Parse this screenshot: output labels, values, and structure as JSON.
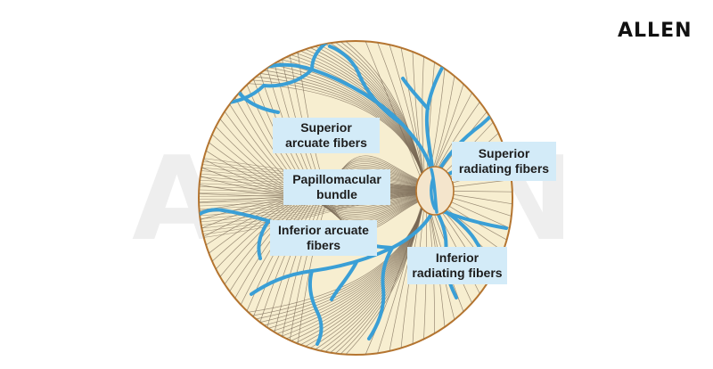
{
  "brand": {
    "logo_text": "ALLEN",
    "watermark_text": "ALLEN"
  },
  "labels": {
    "superior_arcuate": "Superior\narcuate fibers",
    "papillomacular": "Papillomacular\nbundle",
    "inferior_arcuate": "Inferior arcuate\nfibers",
    "superior_radiating": "Superior\nradiating fibers",
    "inferior_radiating": "Inferior\nradiating fibers"
  },
  "colors": {
    "retina_fill": "#f7eed0",
    "retina_border": "#b57530",
    "fiber_lines": "#7a6a55",
    "vessels": "#3a9fd6",
    "optic_disc": "#f4e5cc",
    "label_bg": "#d3ebf8",
    "watermark": "#e9e9e9"
  }
}
